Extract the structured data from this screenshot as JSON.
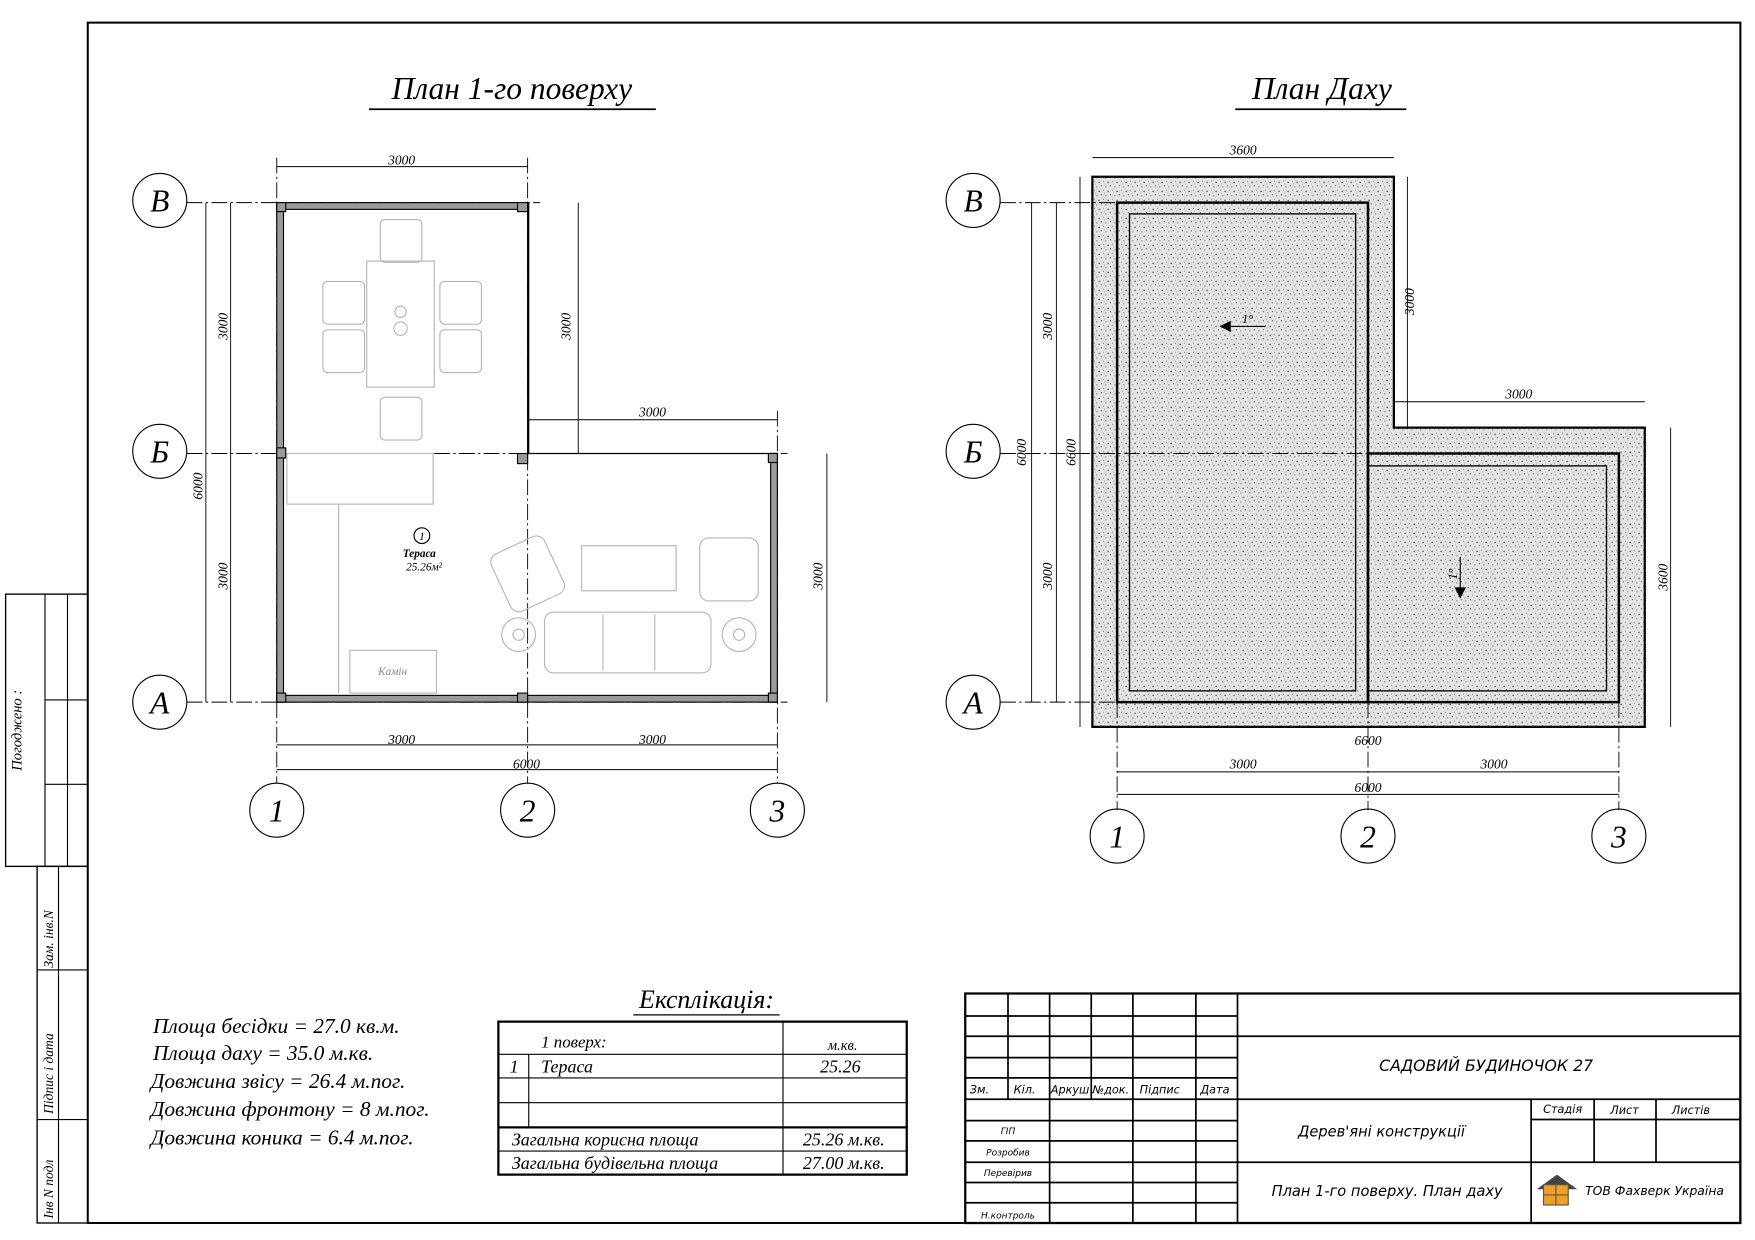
{
  "titles": {
    "plan1": "План 1-го поверху",
    "roof": "План Даху"
  },
  "axes": {
    "letters": [
      "В",
      "Б",
      "А"
    ],
    "numbers": [
      "1",
      "2",
      "3"
    ]
  },
  "plan1": {
    "dims": {
      "top": "3000",
      "left_total": "6000",
      "left_top": "3000",
      "left_bottom": "3000",
      "inner_vert": "3000",
      "inner_horiz": "3000",
      "right": "3000",
      "bottom_a": "3000",
      "bottom_b": "3000",
      "bottom_total": "6000"
    },
    "room": {
      "number": "1",
      "name": "Тераса",
      "area": "25.26м²"
    },
    "fireplace": "Камін"
  },
  "roof": {
    "dims": {
      "top": "3600",
      "left_total": "6000",
      "left_total2": "6600",
      "left_top": "3000",
      "left_bottom": "3000",
      "step_vert": "3000",
      "step_horiz": "3000",
      "right": "3600",
      "bottom_overall": "6600",
      "bottom_a": "3000",
      "bottom_b": "3000",
      "bottom_total": "6000"
    },
    "slope1": "1°",
    "slope2": "1°"
  },
  "notes": [
    "Площа бесідки  = 27.0 кв.м.",
    "Площа даху = 35.0 м.кв.",
    "Довжина звісу = 26.4 м.пог.",
    "Довжина фронтону = 8 м.пог.",
    "Довжина коника = 6.4 м.пог."
  ],
  "explication": {
    "title": "Експлікація:",
    "header": {
      "floor": "1 поверх:",
      "unit": "м.кв."
    },
    "rows": [
      {
        "num": "1",
        "name": "Тераса",
        "value": "25.26"
      }
    ],
    "total_useful": {
      "label": "Загальна корисна площа",
      "value": "25.26 м.кв."
    },
    "total_building": {
      "label": "Загальна будівельна площа",
      "value": "27.00 м.кв."
    }
  },
  "title_block": {
    "headers": [
      "Зм.",
      "Кіл.",
      "Аркуш",
      "№док.",
      "Підпис",
      "Дата"
    ],
    "roles": [
      "ГІП",
      "Розробив",
      "Перевірив",
      "Н.контроль"
    ],
    "project": "САДОВИЙ БУДИНОЧОК 27",
    "section": "Дерев'яні конструкції",
    "sheet_title": "План 1-го поверху. План даху",
    "stage_labels": [
      "Стадія",
      "Лист",
      "Листів"
    ],
    "company": "ТОВ Фахверк Україна"
  },
  "side_stamp": {
    "approved": "Погоджено :",
    "replaced": "Зам. інв.N",
    "signature": "Підпис і дата",
    "inventory": "Інв N подл"
  }
}
